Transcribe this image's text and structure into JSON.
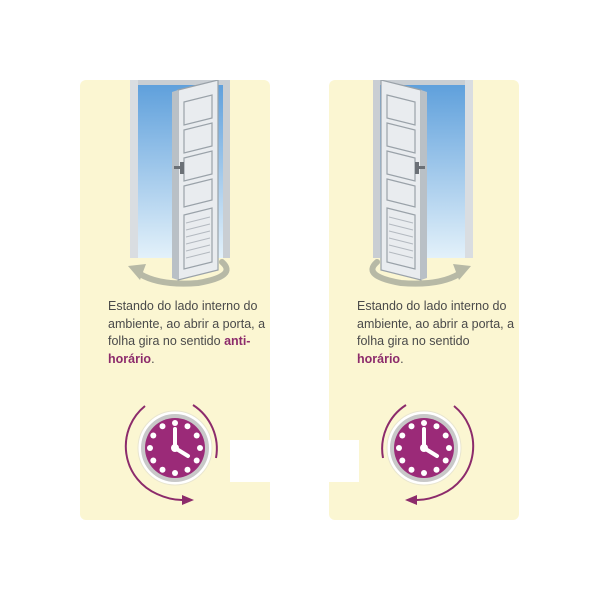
{
  "panels": [
    {
      "id": "left",
      "caption_prefix": "Estando do lado interno do ambiente, ao abrir a porta, a folha gira no sentido",
      "caption_highlight": "anti-horário",
      "caption_suffix": ".",
      "direction": "anticlockwise",
      "hinge_side": "right"
    },
    {
      "id": "right",
      "caption_prefix": "Estando do lado interno do ambiente, ao abrir a porta, a folha gira no sentido",
      "caption_highlight": "horário",
      "caption_suffix": ".",
      "direction": "clockwise",
      "hinge_side": "left"
    }
  ],
  "colors": {
    "panel_bg": "#fbf6d2",
    "accent": "#8c2b6b",
    "clock_face": "#9b2a78",
    "door": "#e9ecef",
    "frame": "#c9ced3",
    "sky_top": "#5fa0dc",
    "sky_bottom": "#d8ecf8",
    "arrow_gray": "#b7b9a6",
    "text": "#4a4a4a"
  }
}
